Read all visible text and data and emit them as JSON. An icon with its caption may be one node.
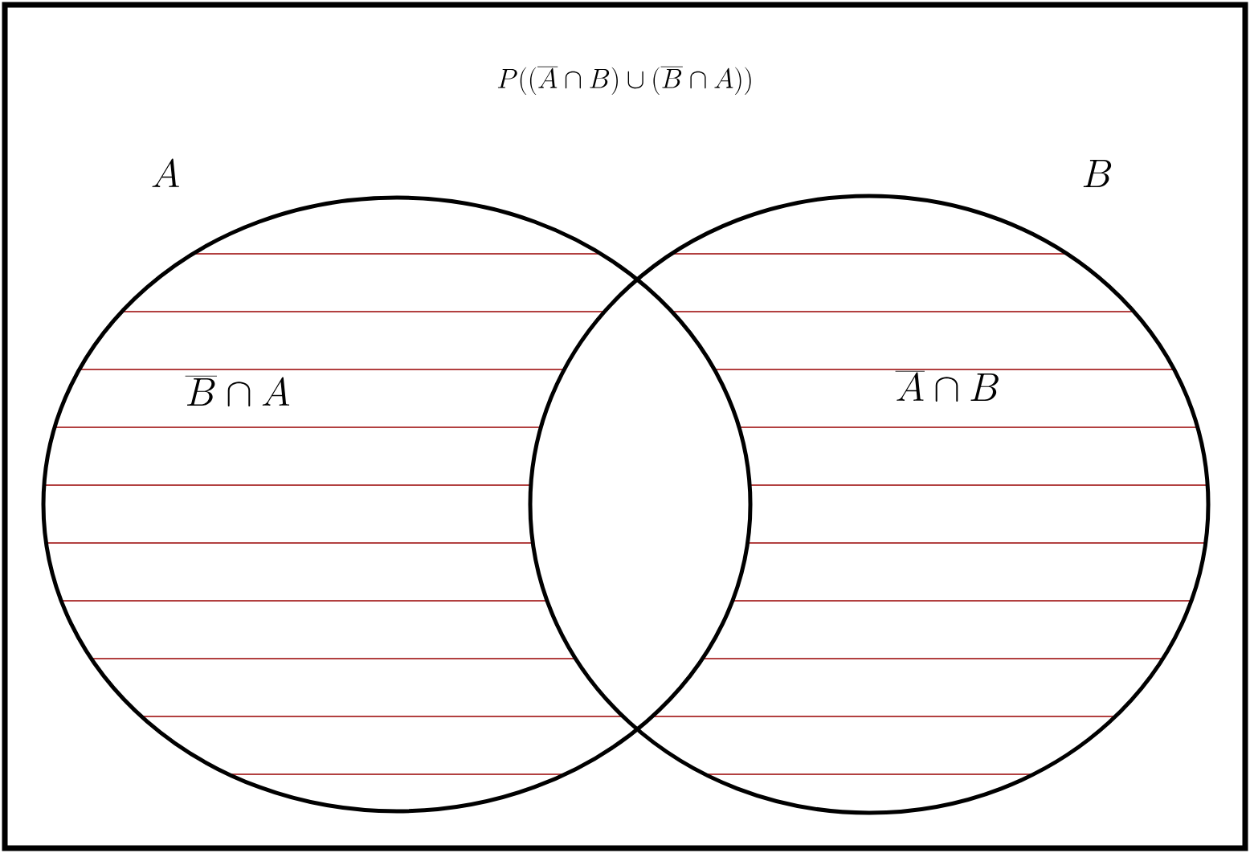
{
  "diagram": {
    "title": "P((\\overline{A}\\cap B)\\cup(\\overline{B}\\cap A))",
    "nodes": [
      {
        "text": [
          "A",
          "\\overline{B}\\cap A"
        ]
      },
      {
        "text": [
          "B",
          "\\overline{A}\\cap B"
        ]
      }
    ]
  }
}
